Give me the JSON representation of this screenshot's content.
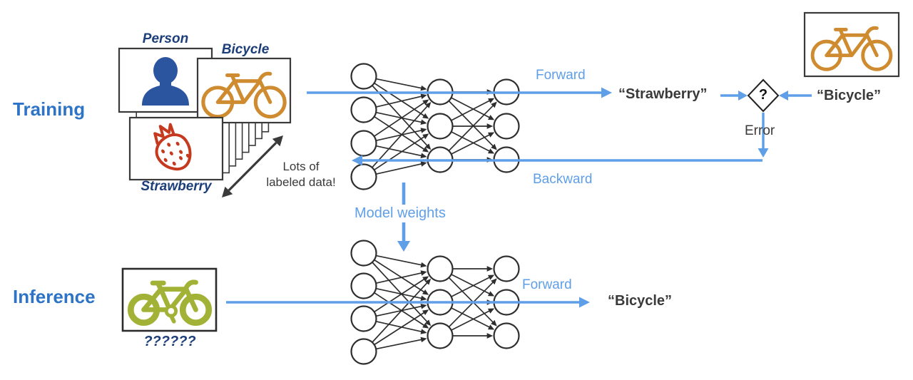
{
  "colors": {
    "accent_blue": "#5f9fe8",
    "section_blue": "#2d73c6",
    "navy": "#1c3e79",
    "dark_text": "#3a3a3a",
    "orange": "#cf8b30",
    "red": "#c5391f",
    "green": "#a2b236",
    "person_blue": "#2b569f"
  },
  "training": {
    "section_label": "Training",
    "card_labels": {
      "person": "Person",
      "bicycle": "Bicycle",
      "strawberry": "Strawberry"
    },
    "stack_caption_line1": "Lots of",
    "stack_caption_line2": "labeled data!",
    "forward_label": "Forward",
    "backward_label": "Backward",
    "prediction": "“Strawberry”",
    "target_label": "“Bicycle”",
    "comparator": "?",
    "error_label": "Error"
  },
  "weights": {
    "label": "Model weights"
  },
  "inference": {
    "section_label": "Inference",
    "input_caption": "??????",
    "forward_label": "Forward",
    "prediction": "“Bicycle”"
  },
  "networks": {
    "layer_sizes": [
      4,
      3,
      3
    ]
  }
}
